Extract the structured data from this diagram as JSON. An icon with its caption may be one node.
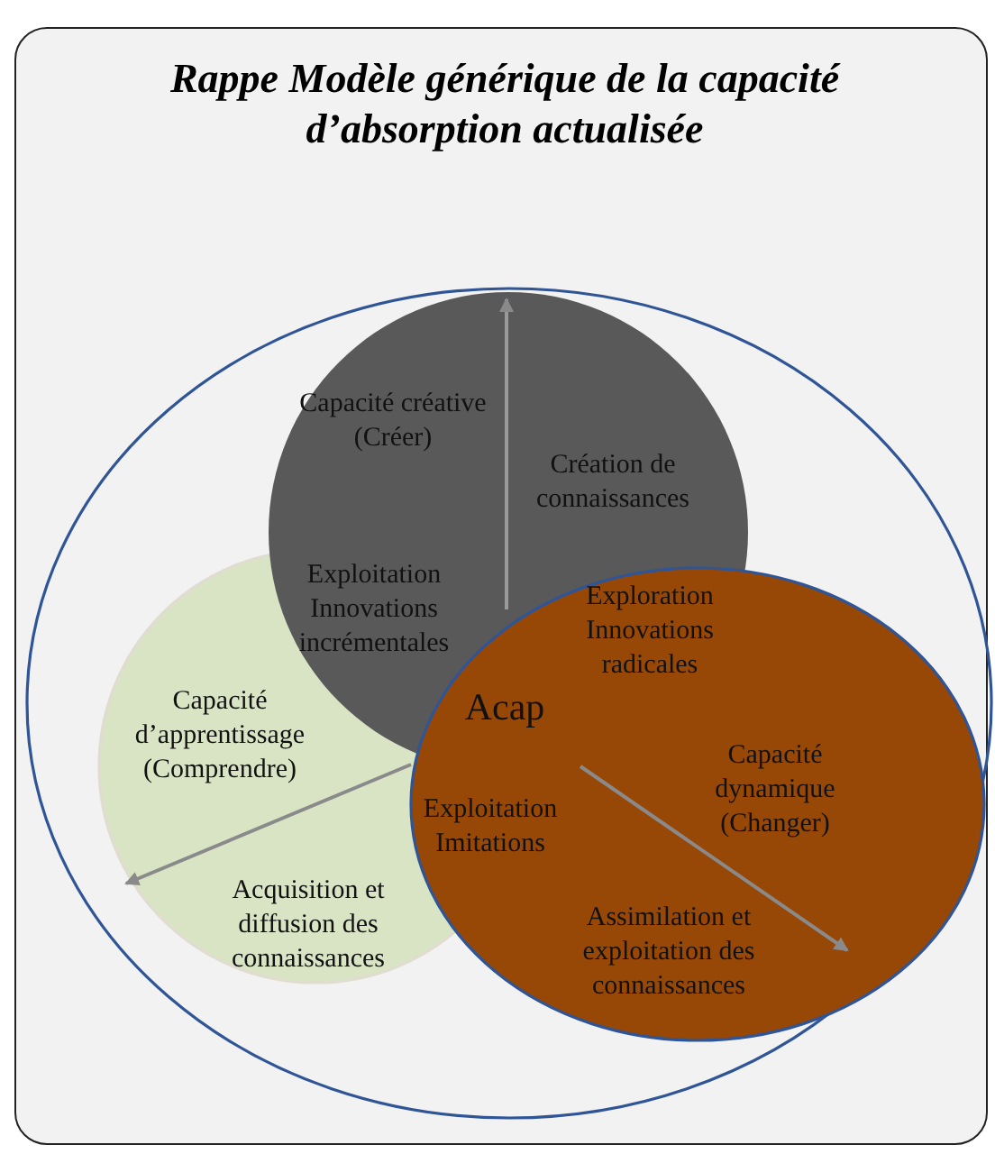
{
  "diagram": {
    "title": "Rappe Modèle générique de la capacité d’absorption actualisée",
    "nodes": [
      {
        "text": [],
        "shape": "circle"
      },
      {
        "text": [
          "Capacité créative (Créer)",
          "Création de connaissances"
        ],
        "in": 0
      },
      {
        "text": [
          "Capacité d’apprentissage (Comprendre)",
          "Acquisition et diffusion des connaissances"
        ],
        "in": 0
      },
      {
        "text": [
          "Capacité dynamique (Changer)",
          "Assimilation et exploitation des connaissances"
        ],
        "in": 0
      }
    ],
    "edges": [],
    "labels": [
      "Exploitation Innovations incrémentales",
      "Exploration Innovations radicales",
      "Acap",
      "Exploitation Imitations"
    ]
  }
}
